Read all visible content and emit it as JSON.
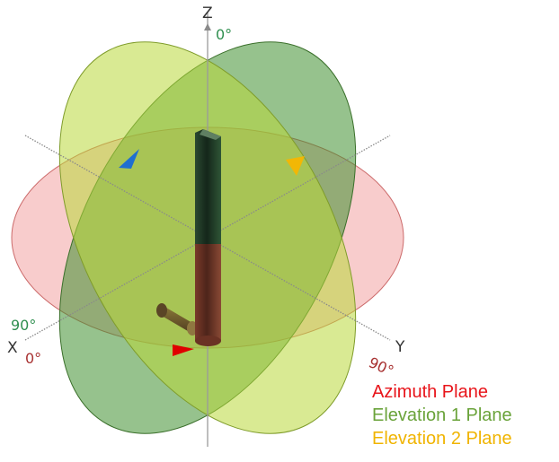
{
  "axes": {
    "z": "Z",
    "x": "X",
    "y": "Y"
  },
  "angles": {
    "z_top": "0°",
    "x_elevation": "90°",
    "x_azimuth": "0°",
    "y_azimuth": "90°"
  },
  "legend": [
    {
      "label": "Azimuth Plane",
      "color": "#e8141a"
    },
    {
      "label": "Elevation 1 Plane",
      "color": "#6aa33a"
    },
    {
      "label": "Elevation 2 Plane",
      "color": "#f0b400"
    }
  ],
  "colors": {
    "azimuth_fill": "#ef8f8f",
    "elevation1_fill": "#3f8f2f",
    "elevation2_fill": "#b9d83a",
    "angle_green": "#2f8f4f",
    "angle_red": "#a83232",
    "arrow_blue": "#1f6fd0",
    "arrow_yellow": "#f2b705",
    "arrow_red": "#e00000",
    "antenna_dark": "#1f3a24",
    "antenna_brown": "#6b3325"
  },
  "icons": {
    "azimuth_marker": "triangle-right-icon",
    "elevation1_marker": "triangle-down-icon",
    "elevation2_marker": "triangle-down-icon"
  }
}
